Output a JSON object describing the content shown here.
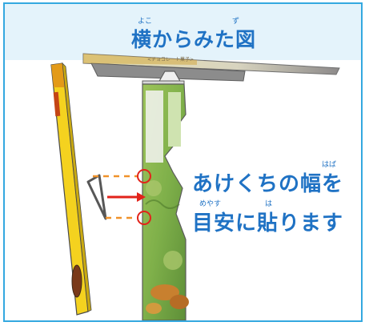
{
  "title": {
    "text": "横からみた図",
    "furigana_1": "よこ",
    "furigana_2": "ず"
  },
  "caption": {
    "line1": "あけくちの幅を",
    "line1_furigana": "はば",
    "line2": "目安に貼ります",
    "line2_furigana_1": "めやす",
    "line2_furigana_2": "は"
  },
  "package": {
    "top_label": "<チョコレート菓子>"
  },
  "colors": {
    "accent_blue": "#1f72c4",
    "border_blue": "#34a8e0",
    "header_band": "#e4f3fb",
    "guide_orange": "#f0922a",
    "marker_red": "#e2231a",
    "stand_yellow": "#f4d21f"
  }
}
